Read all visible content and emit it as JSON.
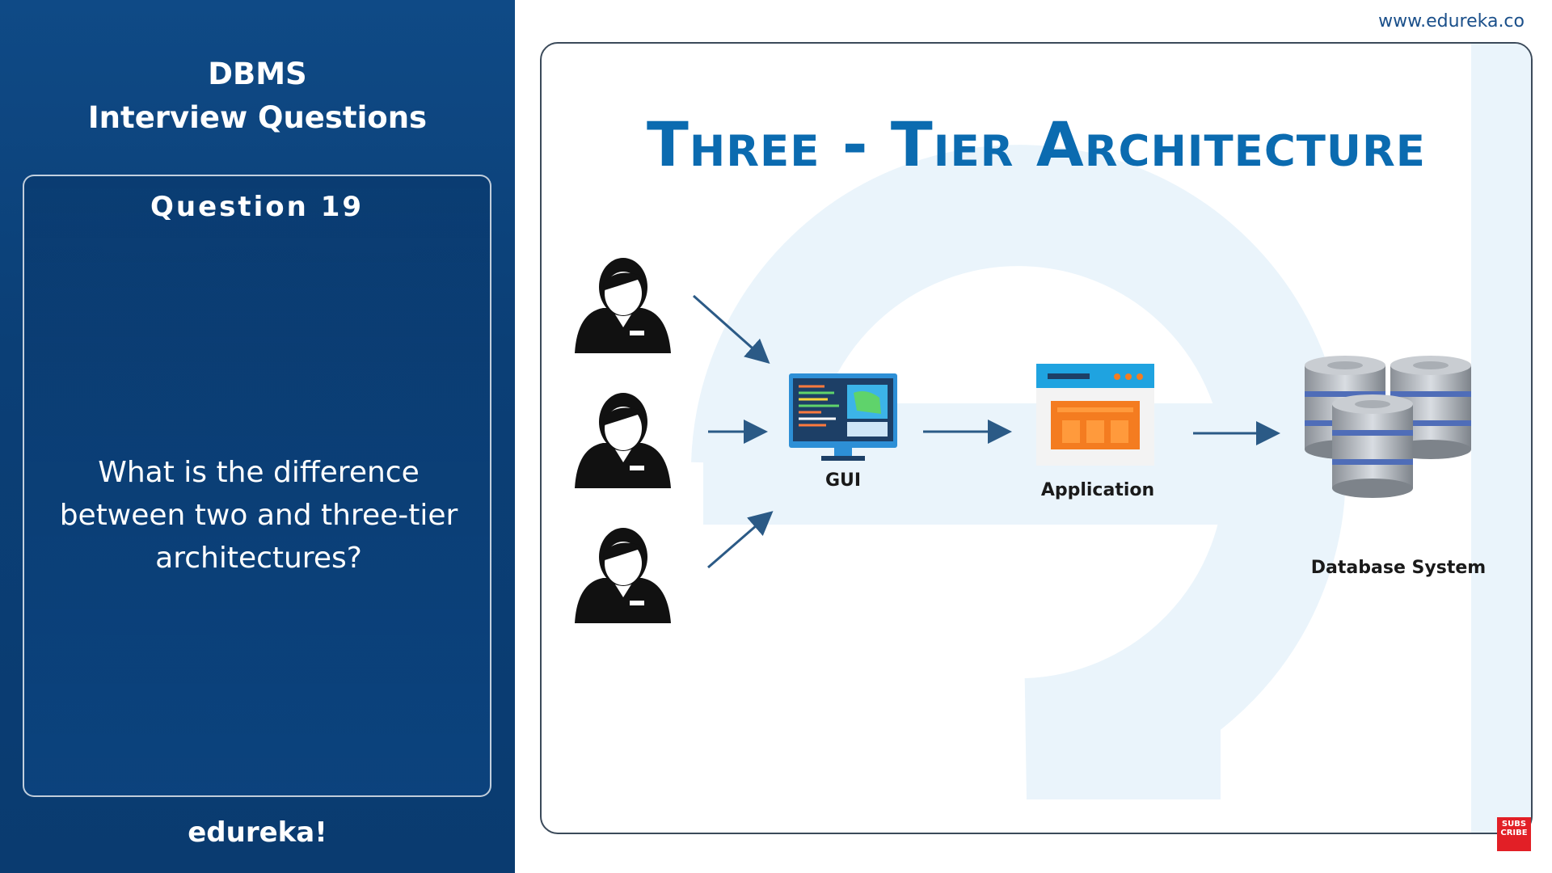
{
  "header": {
    "line1": "DBMS",
    "line2": "Interview Questions"
  },
  "question": {
    "number_label": "Question 19",
    "text": "What is the difference between two and three-tier architectures?"
  },
  "brand": "edureka!",
  "site_url": "www.edureka.co",
  "diagram": {
    "title": "Three - Tier Architecture",
    "nodes": {
      "gui_label": "GUI",
      "app_label": "Application",
      "db_label": "Database System"
    },
    "colors": {
      "title": "#0b6bb0",
      "panel": "#0b3f76",
      "arrow": "#2b5a86",
      "app_orange": "#f47c20",
      "app_blue": "#1fa3e0"
    }
  },
  "subscribe_badge": {
    "line1": "SUBS",
    "line2": "CRIBE"
  }
}
